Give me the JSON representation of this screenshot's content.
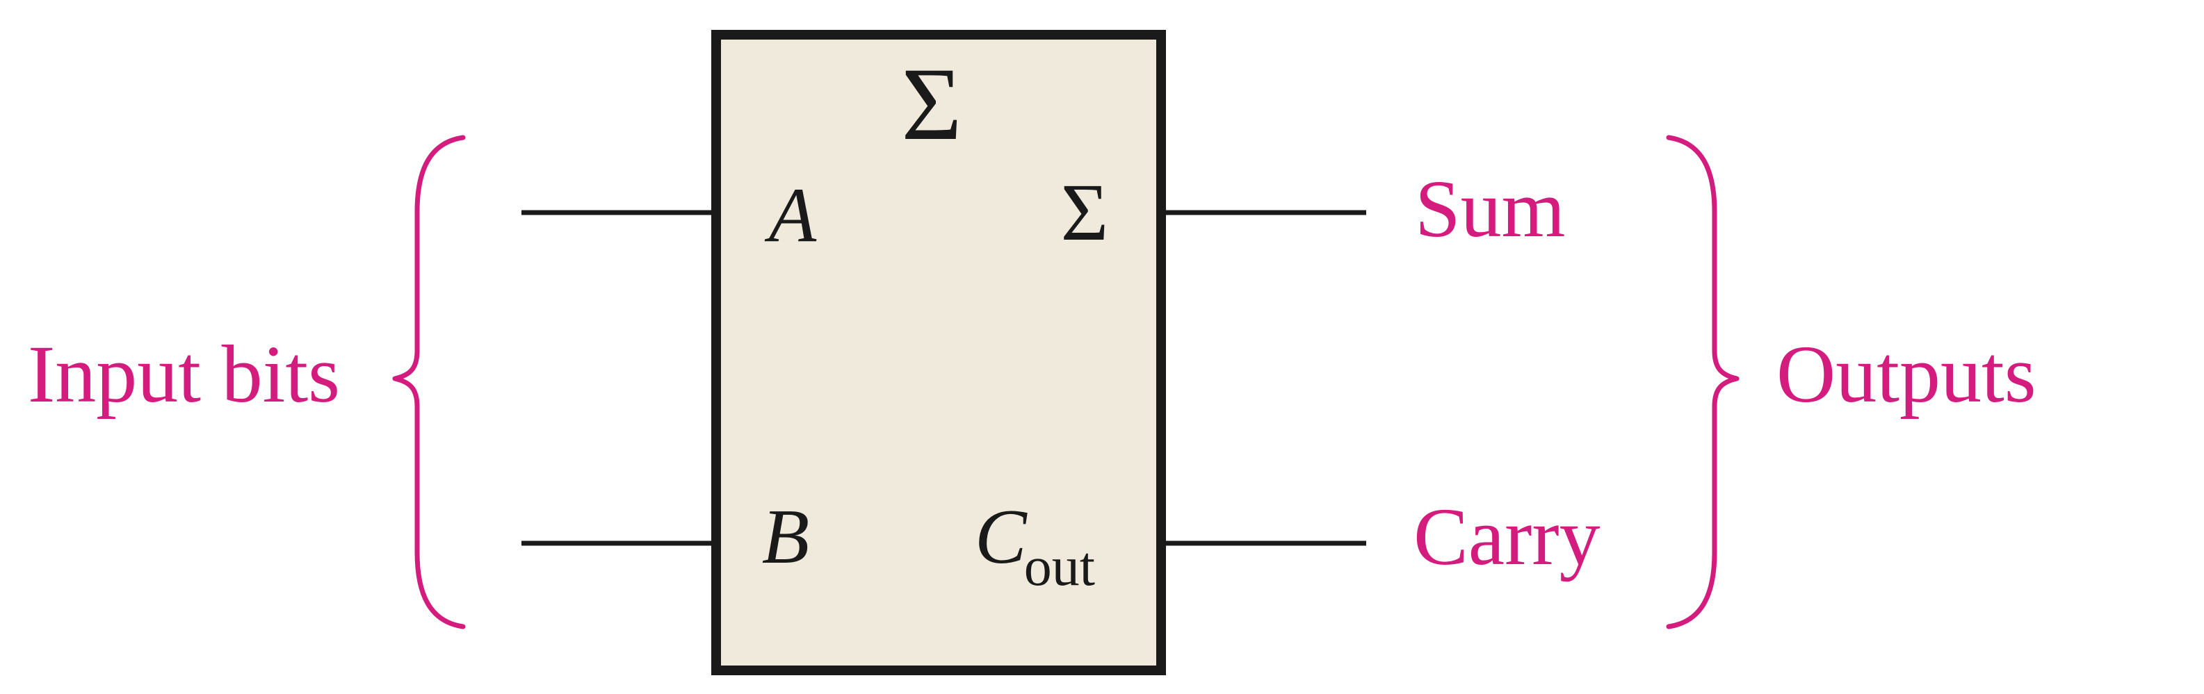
{
  "block": {
    "symbol": "Σ",
    "inputs": [
      "A",
      "B"
    ],
    "output_sum": "Σ",
    "output_carry_main": "C",
    "output_carry_sub": "out"
  },
  "signals": {
    "outputs": [
      "Sum",
      "Carry"
    ]
  },
  "groups": {
    "input_label": "Input bits",
    "output_label": "Outputs"
  },
  "colors": {
    "accent": "#d41c7f",
    "block_fill": "#efeadc",
    "stroke": "#1a1a1a"
  }
}
